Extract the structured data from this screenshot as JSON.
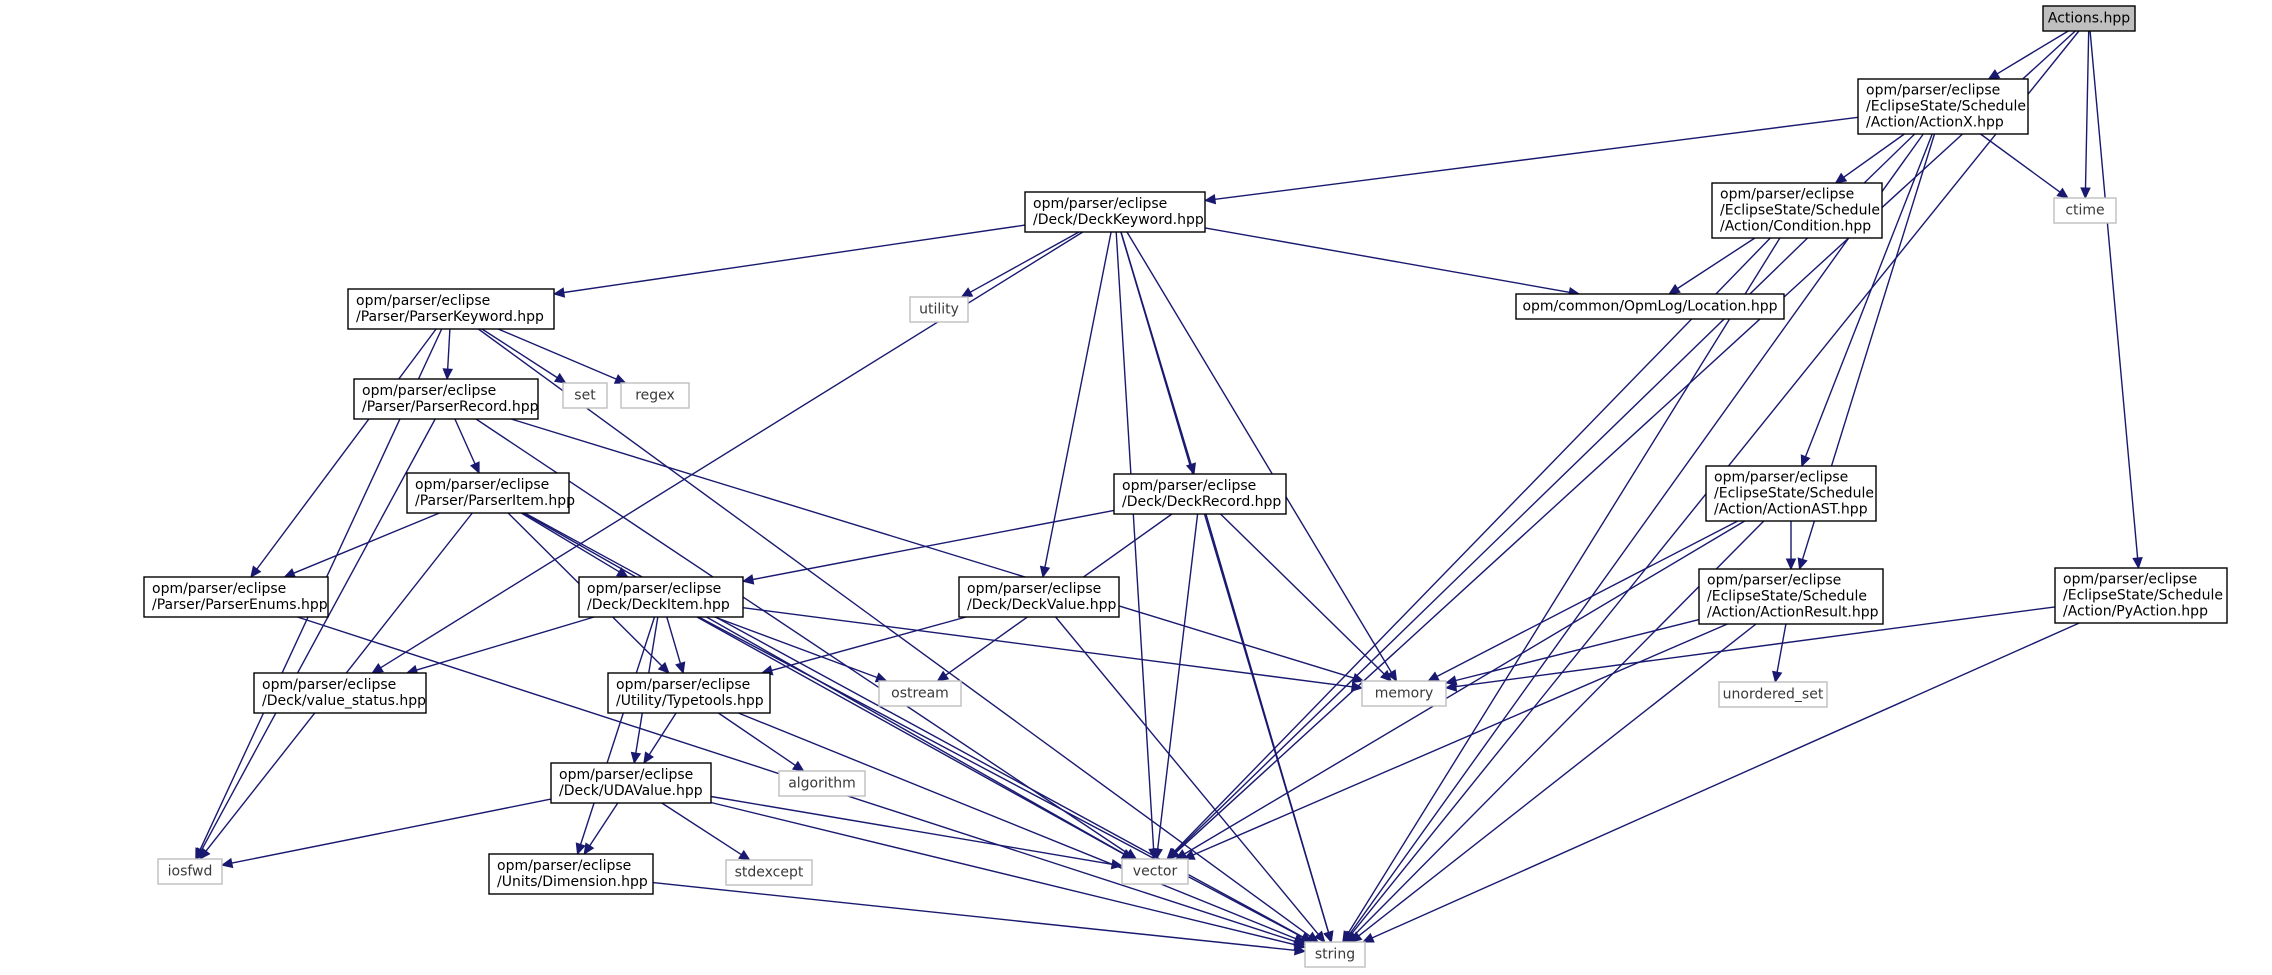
{
  "graph": {
    "edge_color": "#191970",
    "root_fill": "#bfbfbf",
    "nodes": {
      "actions": {
        "lines": [
          "Actions.hpp"
        ],
        "kind": "root"
      },
      "actionx": {
        "lines": [
          "opm/parser/eclipse",
          "/EclipseState/Schedule",
          "/Action/ActionX.hpp"
        ],
        "kind": "proj"
      },
      "vector": {
        "lines": [
          "vector"
        ],
        "kind": "sys"
      },
      "ctime": {
        "lines": [
          "ctime"
        ],
        "kind": "sys"
      },
      "pyaction": {
        "lines": [
          "opm/parser/eclipse",
          "/EclipseState/Schedule",
          "/Action/PyAction.hpp"
        ],
        "kind": "proj"
      },
      "string": {
        "lines": [
          "string"
        ],
        "kind": "sys"
      },
      "deckkeyword": {
        "lines": [
          "opm/parser/eclipse",
          "/Deck/DeckKeyword.hpp"
        ],
        "kind": "proj"
      },
      "condition": {
        "lines": [
          "opm/parser/eclipse",
          "/EclipseState/Schedule",
          "/Action/Condition.hpp"
        ],
        "kind": "proj"
      },
      "actionast": {
        "lines": [
          "opm/parser/eclipse",
          "/EclipseState/Schedule",
          "/Action/ActionAST.hpp"
        ],
        "kind": "proj"
      },
      "actionresult": {
        "lines": [
          "opm/parser/eclipse",
          "/EclipseState/Schedule",
          "/Action/ActionResult.hpp"
        ],
        "kind": "proj"
      },
      "location": {
        "lines": [
          "opm/common/OpmLog/Location.hpp"
        ],
        "kind": "proj"
      },
      "utility": {
        "lines": [
          "utility"
        ],
        "kind": "sys"
      },
      "parserkeyword": {
        "lines": [
          "opm/parser/eclipse",
          "/Parser/ParserKeyword.hpp"
        ],
        "kind": "proj"
      },
      "set": {
        "lines": [
          "set"
        ],
        "kind": "sys"
      },
      "regex": {
        "lines": [
          "regex"
        ],
        "kind": "sys"
      },
      "parserrecord": {
        "lines": [
          "opm/parser/eclipse",
          "/Parser/ParserRecord.hpp"
        ],
        "kind": "proj"
      },
      "parseritem": {
        "lines": [
          "opm/parser/eclipse",
          "/Parser/ParserItem.hpp"
        ],
        "kind": "proj"
      },
      "deckrecord": {
        "lines": [
          "opm/parser/eclipse",
          "/Deck/DeckRecord.hpp"
        ],
        "kind": "proj"
      },
      "parserenums": {
        "lines": [
          "opm/parser/eclipse",
          "/Parser/ParserEnums.hpp"
        ],
        "kind": "proj"
      },
      "deckitem": {
        "lines": [
          "opm/parser/eclipse",
          "/Deck/DeckItem.hpp"
        ],
        "kind": "proj"
      },
      "deckvalue": {
        "lines": [
          "opm/parser/eclipse",
          "/Deck/DeckValue.hpp"
        ],
        "kind": "proj"
      },
      "memory": {
        "lines": [
          "memory"
        ],
        "kind": "sys"
      },
      "unordered_set": {
        "lines": [
          "unordered_set"
        ],
        "kind": "sys"
      },
      "valuestatus": {
        "lines": [
          "opm/parser/eclipse",
          "/Deck/value_status.hpp"
        ],
        "kind": "proj"
      },
      "typetools": {
        "lines": [
          "opm/parser/eclipse",
          "/Utility/Typetools.hpp"
        ],
        "kind": "proj"
      },
      "ostream": {
        "lines": [
          "ostream"
        ],
        "kind": "sys"
      },
      "algorithm": {
        "lines": [
          "algorithm"
        ],
        "kind": "sys"
      },
      "udavalue": {
        "lines": [
          "opm/parser/eclipse",
          "/Deck/UDAValue.hpp"
        ],
        "kind": "proj"
      },
      "iosfwd": {
        "lines": [
          "iosfwd"
        ],
        "kind": "sys"
      },
      "stdexcept": {
        "lines": [
          "stdexcept"
        ],
        "kind": "sys"
      },
      "dimension": {
        "lines": [
          "opm/parser/eclipse",
          "/Units/Dimension.hpp"
        ],
        "kind": "proj"
      }
    },
    "edges": [
      [
        "actions",
        "actionx"
      ],
      [
        "actions",
        "vector"
      ],
      [
        "actions",
        "ctime"
      ],
      [
        "actions",
        "pyaction"
      ],
      [
        "actions",
        "string"
      ],
      [
        "actionx",
        "deckkeyword"
      ],
      [
        "actionx",
        "condition"
      ],
      [
        "actionx",
        "actionast"
      ],
      [
        "actionx",
        "actionresult"
      ],
      [
        "actionx",
        "vector"
      ],
      [
        "actionx",
        "ctime"
      ],
      [
        "actionx",
        "string"
      ],
      [
        "deckkeyword",
        "parserkeyword"
      ],
      [
        "deckkeyword",
        "location"
      ],
      [
        "deckkeyword",
        "utility"
      ],
      [
        "deckkeyword",
        "deckrecord"
      ],
      [
        "deckkeyword",
        "deckvalue"
      ],
      [
        "deckkeyword",
        "valuestatus"
      ],
      [
        "deckkeyword",
        "memory"
      ],
      [
        "deckkeyword",
        "vector"
      ],
      [
        "deckkeyword",
        "string"
      ],
      [
        "condition",
        "location"
      ],
      [
        "condition",
        "vector"
      ],
      [
        "condition",
        "string"
      ],
      [
        "parserkeyword",
        "parserrecord"
      ],
      [
        "parserkeyword",
        "set"
      ],
      [
        "parserkeyword",
        "regex"
      ],
      [
        "parserkeyword",
        "parserenums"
      ],
      [
        "parserkeyword",
        "iosfwd"
      ],
      [
        "parserkeyword",
        "string"
      ],
      [
        "parserrecord",
        "parseritem"
      ],
      [
        "parserrecord",
        "memory"
      ],
      [
        "parserrecord",
        "iosfwd"
      ],
      [
        "parserrecord",
        "vector"
      ],
      [
        "parseritem",
        "parserenums"
      ],
      [
        "parseritem",
        "deckitem"
      ],
      [
        "parseritem",
        "typetools"
      ],
      [
        "parseritem",
        "iosfwd"
      ],
      [
        "parseritem",
        "vector"
      ],
      [
        "parseritem",
        "string"
      ],
      [
        "deckrecord",
        "deckitem"
      ],
      [
        "deckrecord",
        "ostream"
      ],
      [
        "deckrecord",
        "memory"
      ],
      [
        "deckrecord",
        "vector"
      ],
      [
        "deckrecord",
        "string"
      ],
      [
        "deckitem",
        "valuestatus"
      ],
      [
        "deckitem",
        "typetools"
      ],
      [
        "deckitem",
        "udavalue"
      ],
      [
        "deckitem",
        "dimension"
      ],
      [
        "deckitem",
        "ostream"
      ],
      [
        "deckitem",
        "memory"
      ],
      [
        "deckitem",
        "vector"
      ],
      [
        "deckitem",
        "string"
      ],
      [
        "deckvalue",
        "typetools"
      ],
      [
        "deckvalue",
        "string"
      ],
      [
        "typetools",
        "udavalue"
      ],
      [
        "typetools",
        "algorithm"
      ],
      [
        "typetools",
        "string"
      ],
      [
        "udavalue",
        "dimension"
      ],
      [
        "udavalue",
        "iosfwd"
      ],
      [
        "udavalue",
        "stdexcept"
      ],
      [
        "udavalue",
        "vector"
      ],
      [
        "udavalue",
        "string"
      ],
      [
        "dimension",
        "string"
      ],
      [
        "parserenums",
        "string"
      ],
      [
        "actionast",
        "actionresult"
      ],
      [
        "actionast",
        "memory"
      ],
      [
        "actionast",
        "vector"
      ],
      [
        "actionast",
        "string"
      ],
      [
        "actionresult",
        "unordered_set"
      ],
      [
        "actionresult",
        "memory"
      ],
      [
        "actionresult",
        "vector"
      ],
      [
        "actionresult",
        "string"
      ],
      [
        "pyaction",
        "memory"
      ],
      [
        "pyaction",
        "string"
      ]
    ]
  }
}
